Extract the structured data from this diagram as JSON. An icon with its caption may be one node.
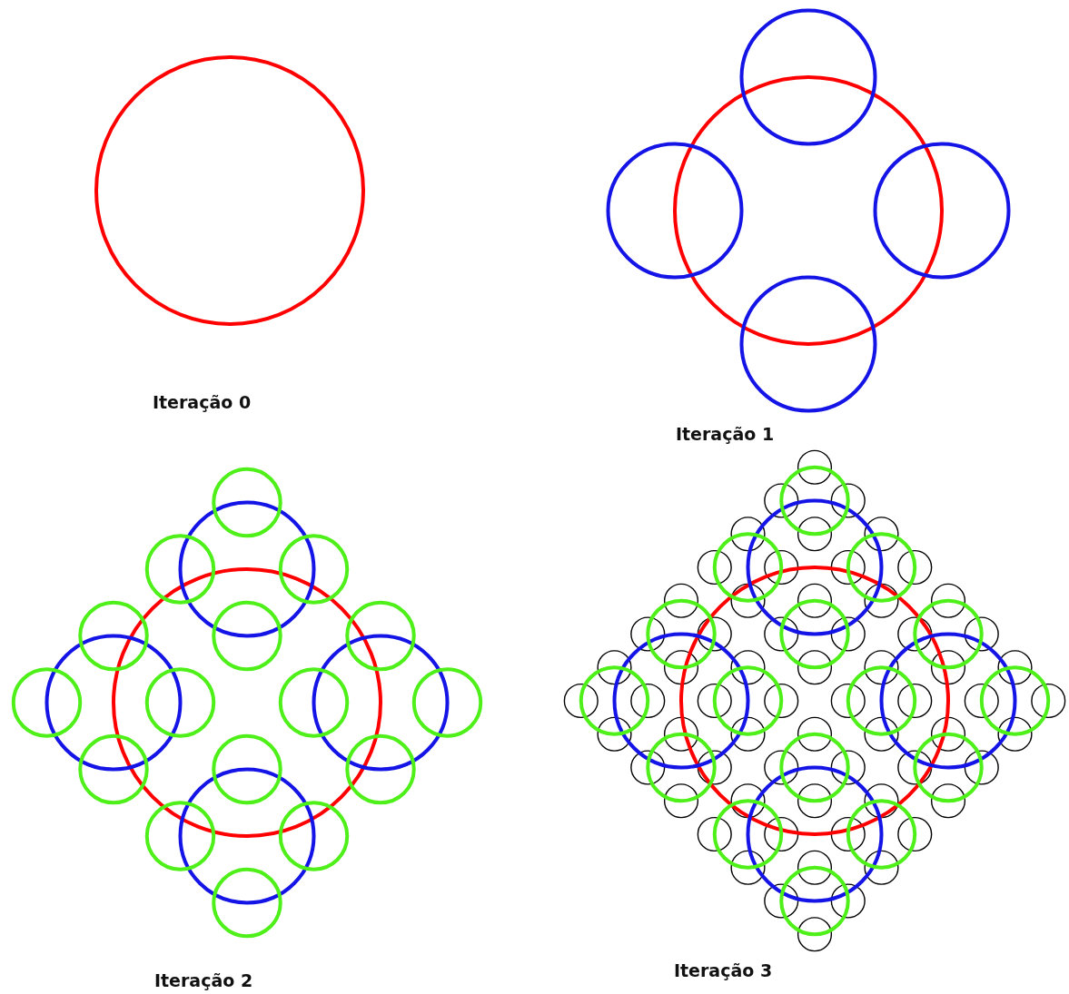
{
  "diagram": {
    "labels": [
      "Iteração 0",
      "Iteração 1",
      "Iteração 2",
      "Iteração 3"
    ]
  }
}
